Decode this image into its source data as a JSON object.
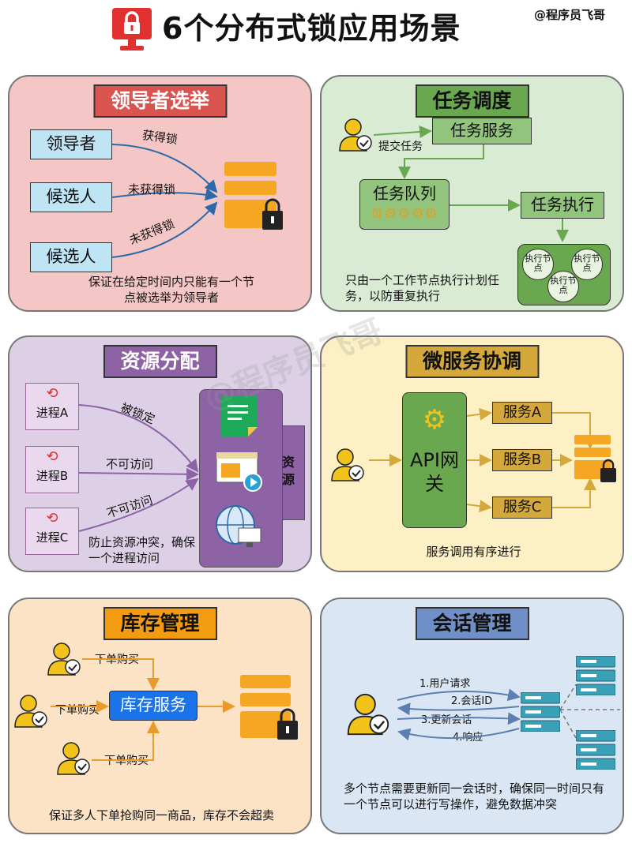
{
  "header": {
    "title": "6个分布式锁应用场景",
    "brand": "@程序员飞哥",
    "watermark": "@程序员飞哥"
  },
  "colors": {
    "red_accent": "#e03030",
    "server_orange": "#f5a623",
    "leader_panel": "#f5c6c6",
    "task_panel": "#d9ecd3",
    "resource_panel": "#ddd0e6",
    "micro_panel": "#fcf0c4",
    "stock_panel": "#fde3c5",
    "session_panel": "#dbe6f4"
  },
  "leader": {
    "title": "领导者选举",
    "nodes": [
      "领导者",
      "候选人",
      "候选人"
    ],
    "edges": [
      "获得锁",
      "未获得锁",
      "未获得锁"
    ],
    "caption": "保证在给定时间内只能有一个节点被选举为领导者"
  },
  "task": {
    "title": "任务调度",
    "submit": "提交任务",
    "service": "任务服务",
    "queue": "任务队列",
    "executor": "任务执行",
    "node": "执行节点",
    "caption": "只由一个工作节点执行计划任务，以防重复执行"
  },
  "resource": {
    "title": "资源分配",
    "processes": [
      "进程A",
      "进程B",
      "进程C"
    ],
    "edges": [
      "被锁定",
      "不可访问",
      "不可访问"
    ],
    "resource_label": "资源",
    "caption": "防止资源冲突，确保一个进程访问"
  },
  "micro": {
    "title": "微服务协调",
    "gateway": "API网关",
    "services": [
      "服务A",
      "服务B",
      "服务C"
    ],
    "caption": "服务调用有序进行"
  },
  "stock": {
    "title": "库存管理",
    "service": "库存服务",
    "orders": [
      "下单购买",
      "下单购买",
      "下单购买"
    ],
    "caption": "保证多人下单抢购同一商品，库存不会超卖"
  },
  "session": {
    "title": "会话管理",
    "steps": [
      "1.用户请求",
      "2.会话ID",
      "3.更新会话",
      "4.响应"
    ],
    "caption": "多个节点需要更新同一会话时，确保同一时间只有一个节点可以进行写操作，避免数据冲突"
  }
}
